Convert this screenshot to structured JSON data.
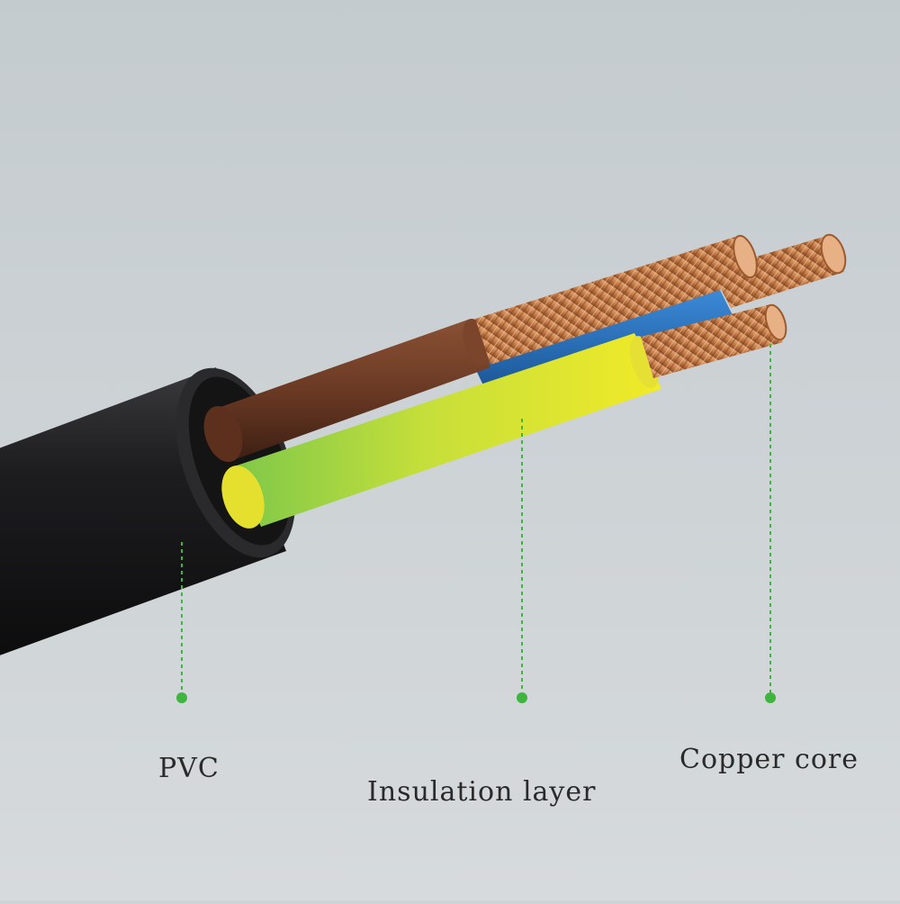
{
  "labels": {
    "pvc": "PVC",
    "insulation": "Insulation layer",
    "copper": "Copper core"
  },
  "colors": {
    "background": "#cdd3d6",
    "sheath": "#1c1c1e",
    "brown_wire": "#6b3a24",
    "blue_wire": "#1f66b3",
    "green_yellow_wire": "#d8e43a",
    "copper": "#c98250",
    "callout": "#3fb53f"
  },
  "icons": [
    "pvc-sheath",
    "brown-conductor",
    "blue-conductor",
    "green-yellow-conductor",
    "copper-strands"
  ]
}
